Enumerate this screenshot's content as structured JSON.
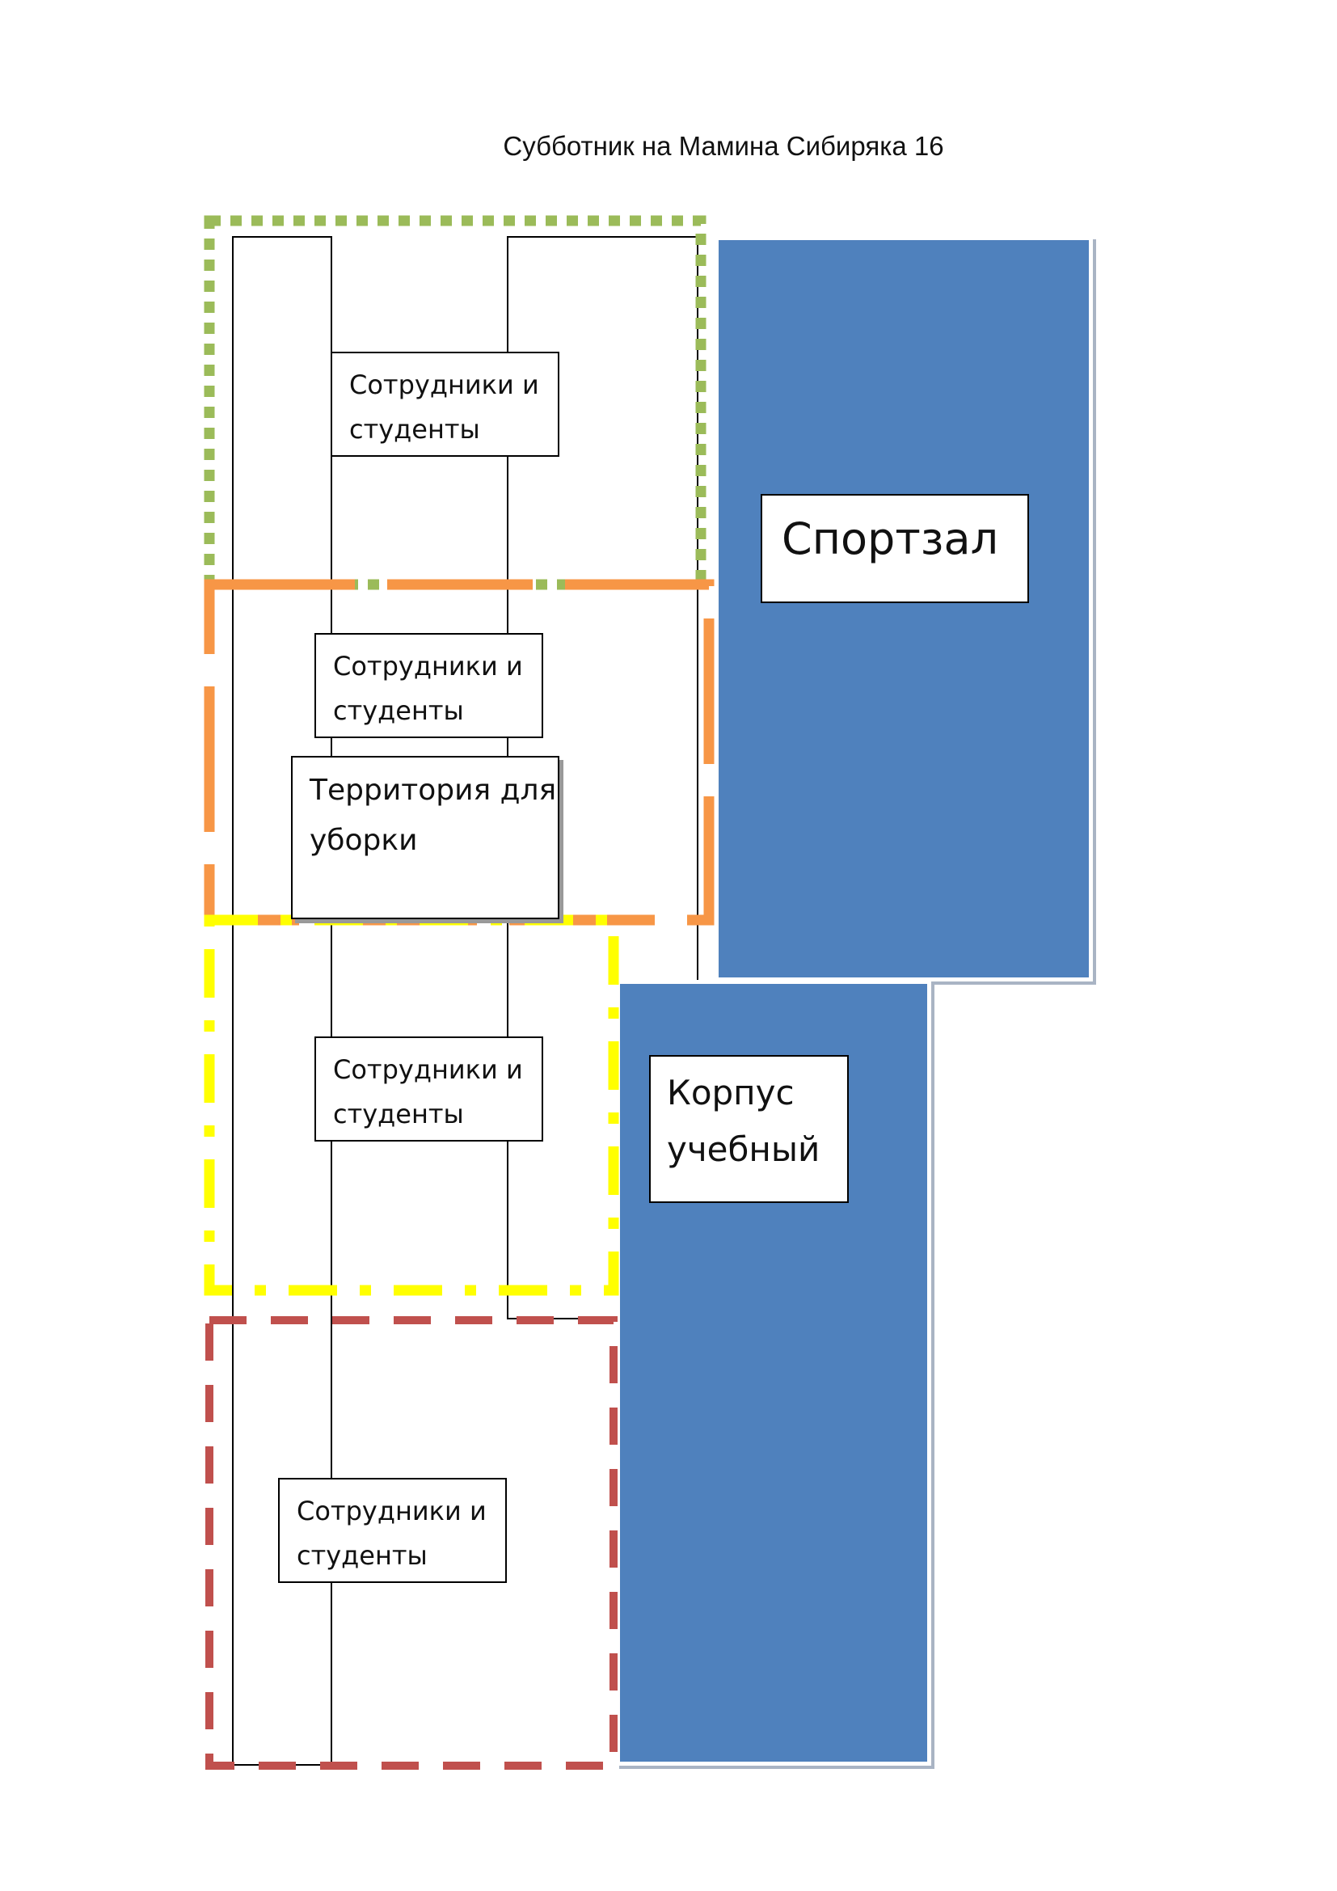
{
  "title": "Субботник на Мамина Сибиряка 16",
  "zones": [
    {
      "name": "green",
      "color": "#9bbb59"
    },
    {
      "name": "orange",
      "color": "#f79646"
    },
    {
      "name": "yellow",
      "color": "#ffff00"
    },
    {
      "name": "red",
      "color": "#c0504d"
    }
  ],
  "labels": {
    "group_1": "Сотрудники и студенты",
    "group_2": "Сотрудники и студенты",
    "group_3": "Сотрудники и студенты",
    "group_4": "Сотрудники и студенты",
    "territory": "Территория для уборки"
  },
  "buildings": {
    "gym": "Спортзал",
    "academic": "Корпус учебный"
  },
  "colors": {
    "building_fill": "#4f81bd"
  }
}
